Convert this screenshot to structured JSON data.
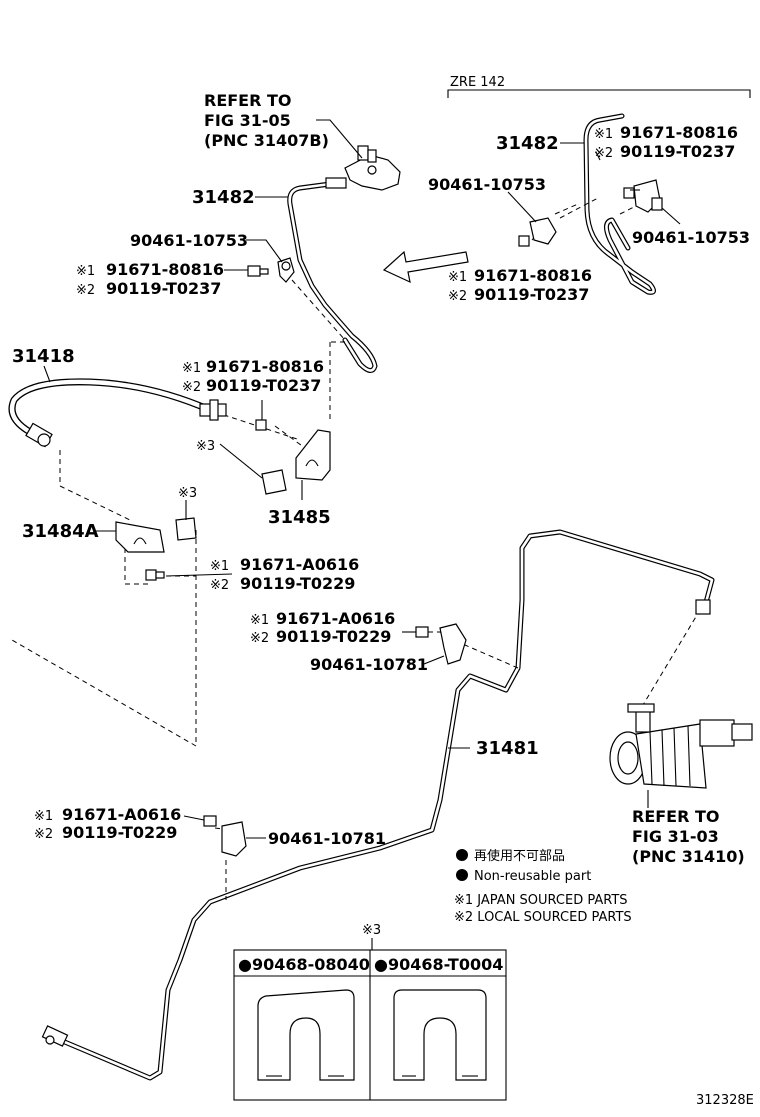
{
  "variant_label": "ZRE 142",
  "figure_id": "312328E",
  "refer_top": [
    "REFER TO",
    "FIG 31-05",
    "(PNC 31407B)"
  ],
  "refer_right": [
    "REFER TO",
    "FIG 31-03",
    "(PNC 31410)"
  ],
  "parts": {
    "p31482_main": "31482",
    "p31482_inset": "31482",
    "p31418": "31418",
    "p31485": "31485",
    "p31484A": "31484A",
    "p31481": "31481"
  },
  "callouts": {
    "clamp_90461_10753_main": "90461-10753",
    "clamp_90461_10753_inset_a": "90461-10753",
    "clamp_90461_10753_inset_b": "90461-10753",
    "clamp_90461_10781_mid": "90461-10781",
    "clamp_90461_10781_low": "90461-10781",
    "note3_a": "※3",
    "note3_b": "※3",
    "note3_box": "※3"
  },
  "bolt_groups": {
    "g1": {
      "m1": "※1",
      "n1": "91671-80816",
      "m2": "※2",
      "n2": "90119-T0237"
    },
    "g2": {
      "m1": "※1",
      "n1": "91671-80816",
      "m2": "※2",
      "n2": "90119-T0237"
    },
    "g3": {
      "m1": "※1",
      "n1": "91671-80816",
      "m2": "※2",
      "n2": "90119-T0237"
    },
    "g4": {
      "m1": "※1",
      "n1": "91671-80816",
      "m2": "※2",
      "n2": "90119-T0237"
    },
    "g5": {
      "m1": "※1",
      "n1": "91671-A0616",
      "m2": "※2",
      "n2": "90119-T0229"
    },
    "g6": {
      "m1": "※1",
      "n1": "91671-A0616",
      "m2": "※2",
      "n2": "90119-T0229"
    },
    "g7": {
      "m1": "※1",
      "n1": "91671-A0616",
      "m2": "※2",
      "n2": "90119-T0229"
    }
  },
  "legend": {
    "non_reusable_jp": "再使用不可部品",
    "non_reusable_en": "Non-reusable part",
    "note1": "※1 JAPAN SOURCED PARTS",
    "note2": "※2 LOCAL SOURCED PARTS"
  },
  "shims": {
    "left": "●90468-08040",
    "right": "●90468-T0004"
  }
}
